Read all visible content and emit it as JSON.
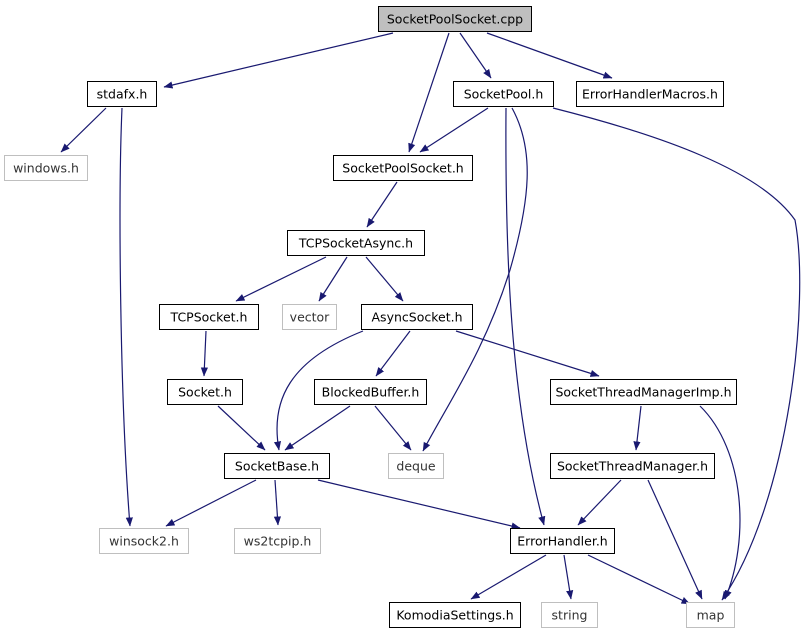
{
  "diagram": {
    "nodes": [
      {
        "id": "root",
        "label": "SocketPoolSocket.cpp",
        "kind": "root"
      },
      {
        "id": "stdafx",
        "label": "stdafx.h",
        "kind": "header"
      },
      {
        "id": "socketpool",
        "label": "SocketPool.h",
        "kind": "header"
      },
      {
        "id": "errmacros",
        "label": "ErrorHandlerMacros.h",
        "kind": "header"
      },
      {
        "id": "windows",
        "label": "windows.h",
        "kind": "external"
      },
      {
        "id": "sps_h",
        "label": "SocketPoolSocket.h",
        "kind": "header"
      },
      {
        "id": "tcpasync",
        "label": "TCPSocketAsync.h",
        "kind": "header"
      },
      {
        "id": "tcpsocket",
        "label": "TCPSocket.h",
        "kind": "header"
      },
      {
        "id": "vector",
        "label": "vector",
        "kind": "external"
      },
      {
        "id": "asyncsocket",
        "label": "AsyncSocket.h",
        "kind": "header"
      },
      {
        "id": "socket",
        "label": "Socket.h",
        "kind": "header"
      },
      {
        "id": "blockedbuffer",
        "label": "BlockedBuffer.h",
        "kind": "header"
      },
      {
        "id": "stmimp",
        "label": "SocketThreadManagerImp.h",
        "kind": "header"
      },
      {
        "id": "socketbase",
        "label": "SocketBase.h",
        "kind": "header"
      },
      {
        "id": "deque",
        "label": "deque",
        "kind": "external"
      },
      {
        "id": "stm",
        "label": "SocketThreadManager.h",
        "kind": "header"
      },
      {
        "id": "winsock2",
        "label": "winsock2.h",
        "kind": "external"
      },
      {
        "id": "ws2tcpip",
        "label": "ws2tcpip.h",
        "kind": "external"
      },
      {
        "id": "errorhandler",
        "label": "ErrorHandler.h",
        "kind": "header"
      },
      {
        "id": "komodia",
        "label": "KomodiaSettings.h",
        "kind": "header"
      },
      {
        "id": "string",
        "label": "string",
        "kind": "external"
      },
      {
        "id": "map",
        "label": "map",
        "kind": "external"
      }
    ],
    "edges": [
      {
        "from": "root",
        "to": "stdafx"
      },
      {
        "from": "root",
        "to": "sps_h"
      },
      {
        "from": "root",
        "to": "socketpool"
      },
      {
        "from": "root",
        "to": "errmacros"
      },
      {
        "from": "stdafx",
        "to": "windows"
      },
      {
        "from": "stdafx",
        "to": "winsock2"
      },
      {
        "from": "socketpool",
        "to": "sps_h"
      },
      {
        "from": "socketpool",
        "to": "deque"
      },
      {
        "from": "socketpool",
        "to": "errorhandler"
      },
      {
        "from": "socketpool",
        "to": "map"
      },
      {
        "from": "sps_h",
        "to": "tcpasync"
      },
      {
        "from": "tcpasync",
        "to": "tcpsocket"
      },
      {
        "from": "tcpasync",
        "to": "vector"
      },
      {
        "from": "tcpasync",
        "to": "asyncsocket"
      },
      {
        "from": "tcpsocket",
        "to": "socket"
      },
      {
        "from": "asyncsocket",
        "to": "socketbase"
      },
      {
        "from": "asyncsocket",
        "to": "blockedbuffer"
      },
      {
        "from": "asyncsocket",
        "to": "stmimp"
      },
      {
        "from": "socket",
        "to": "socketbase"
      },
      {
        "from": "blockedbuffer",
        "to": "socketbase"
      },
      {
        "from": "blockedbuffer",
        "to": "deque"
      },
      {
        "from": "stmimp",
        "to": "stm"
      },
      {
        "from": "stmimp",
        "to": "map"
      },
      {
        "from": "stm",
        "to": "errorhandler"
      },
      {
        "from": "stm",
        "to": "map"
      },
      {
        "from": "socketbase",
        "to": "winsock2"
      },
      {
        "from": "socketbase",
        "to": "ws2tcpip"
      },
      {
        "from": "socketbase",
        "to": "errorhandler"
      },
      {
        "from": "errorhandler",
        "to": "komodia"
      },
      {
        "from": "errorhandler",
        "to": "string"
      },
      {
        "from": "errorhandler",
        "to": "map"
      }
    ]
  },
  "colors": {
    "edge": "#191970",
    "header_border": "#000000",
    "external_border": "#bfbfbf",
    "root_fill": "#bfbfbf",
    "node_fill": "#ffffff"
  }
}
